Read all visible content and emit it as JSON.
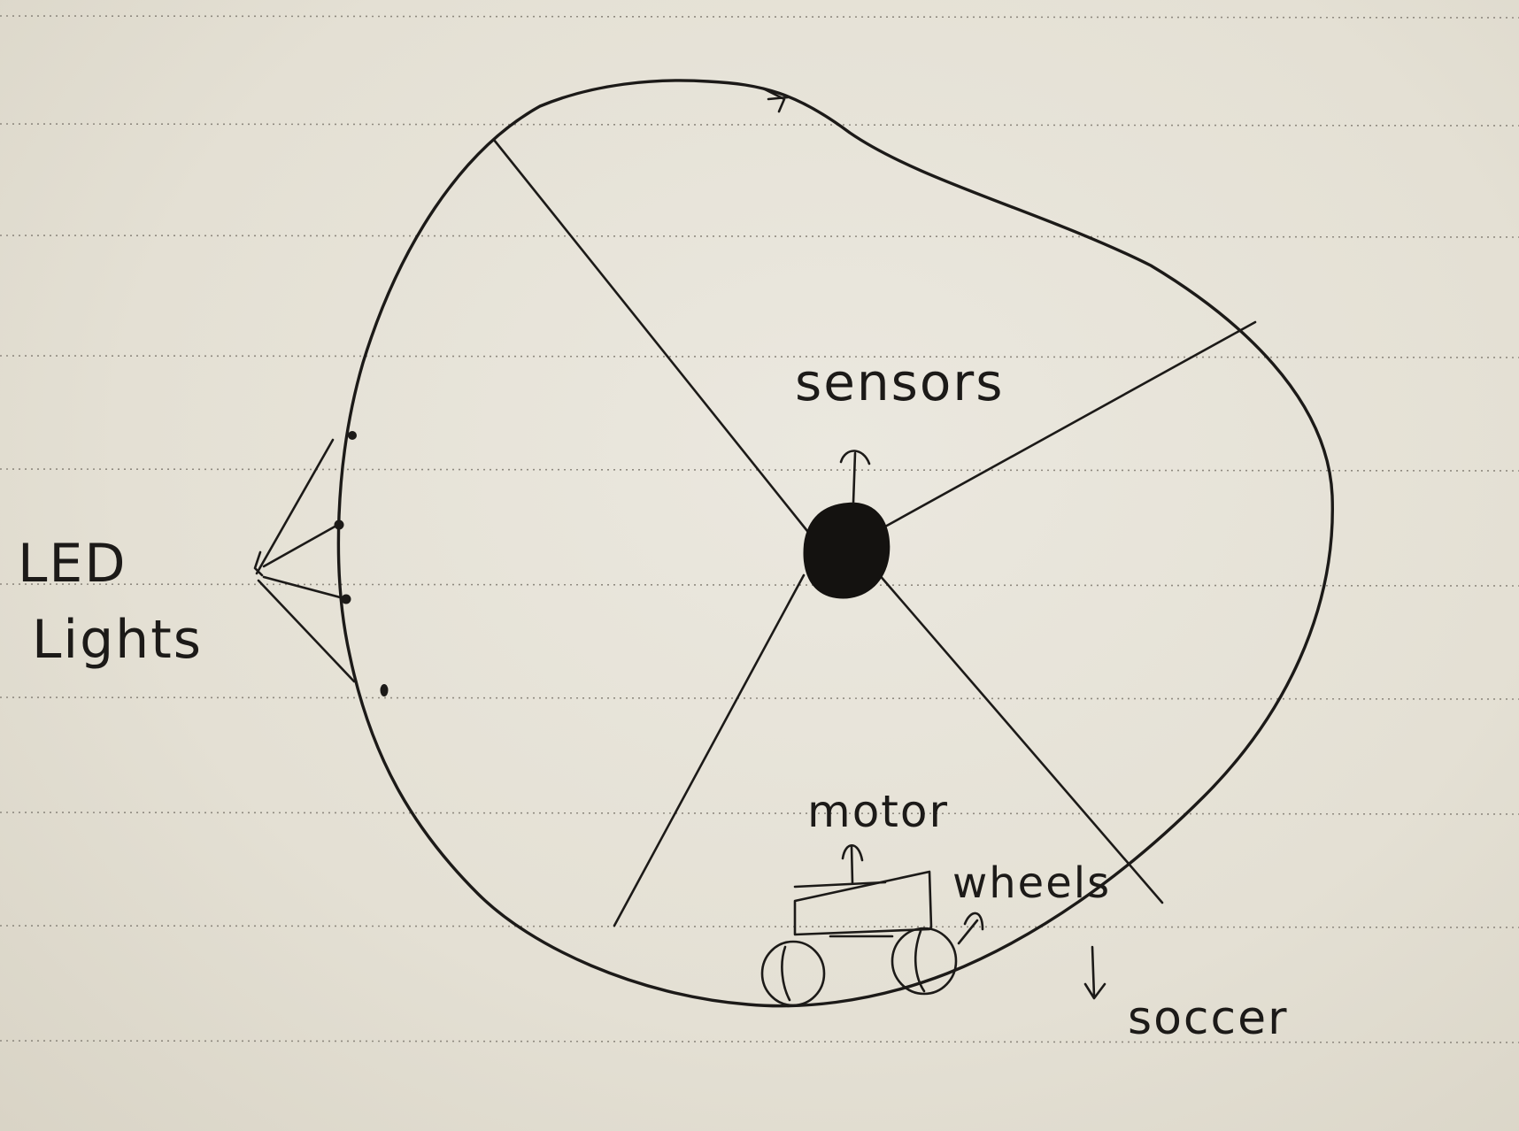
{
  "labels": {
    "sensors": "sensors",
    "led_line1": "LED",
    "led_line2": "Lights",
    "motor": "motor",
    "wheels": "wheels",
    "soccer": "soccer"
  },
  "colors": {
    "paper": "#e6e2d7",
    "ink": "#1c1a18",
    "ruling": "#8f8a80"
  }
}
